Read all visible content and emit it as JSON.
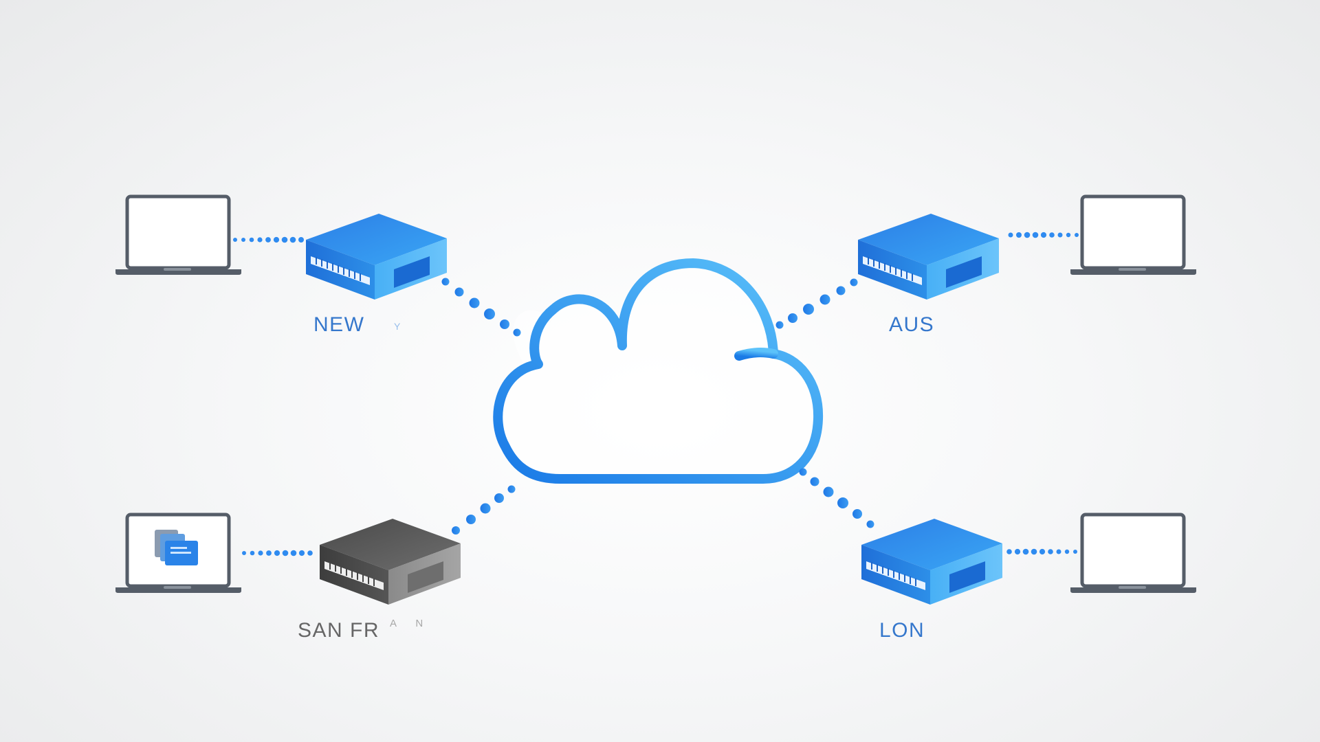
{
  "colors": {
    "accent_blue": "#2f8bf0",
    "server_gray": "#666666",
    "laptop_gray": "#555d68",
    "label_blue": "#3577cc",
    "label_gray": "#666666"
  },
  "cloud": {
    "icon": "cloud-icon"
  },
  "nodes": [
    {
      "label": "NEW",
      "trail": "Y",
      "server_state": "active",
      "laptop_has_files": false
    },
    {
      "label": "AUS",
      "trail": "",
      "server_state": "active",
      "laptop_has_files": false
    },
    {
      "label": "SAN FR",
      "trail": "A N",
      "server_state": "inactive",
      "laptop_has_files": true
    },
    {
      "label": "LON",
      "trail": "",
      "server_state": "active",
      "laptop_has_files": false
    }
  ]
}
